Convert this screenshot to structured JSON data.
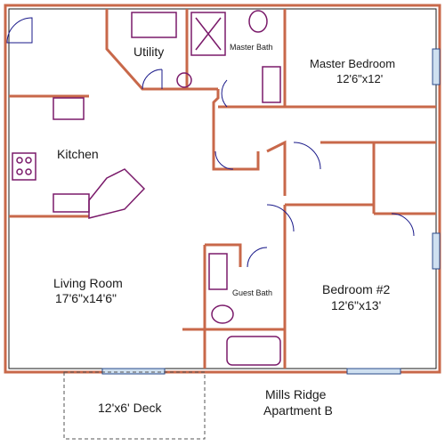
{
  "plan": {
    "title_line1": "Mills Ridge",
    "title_line2": "Apartment B",
    "rooms": {
      "utility": "Utility",
      "master_bath": "Master Bath",
      "master_bedroom_name": "Master Bedroom",
      "master_bedroom_size": "12'6\"x12'",
      "kitchen": "Kitchen",
      "living_room_name": "Living Room",
      "living_room_size": "17'6\"x14'6\"",
      "guest_bath": "Guest Bath",
      "bedroom2_name": "Bedroom #2",
      "bedroom2_size": "12'6\"x13'",
      "deck": "12'x6' Deck"
    }
  },
  "colors": {
    "outer_wall": "#c8684a",
    "fixture": "#7a1a6a",
    "door_swing": "#1a1a8a",
    "window": "#2a4a8a"
  }
}
